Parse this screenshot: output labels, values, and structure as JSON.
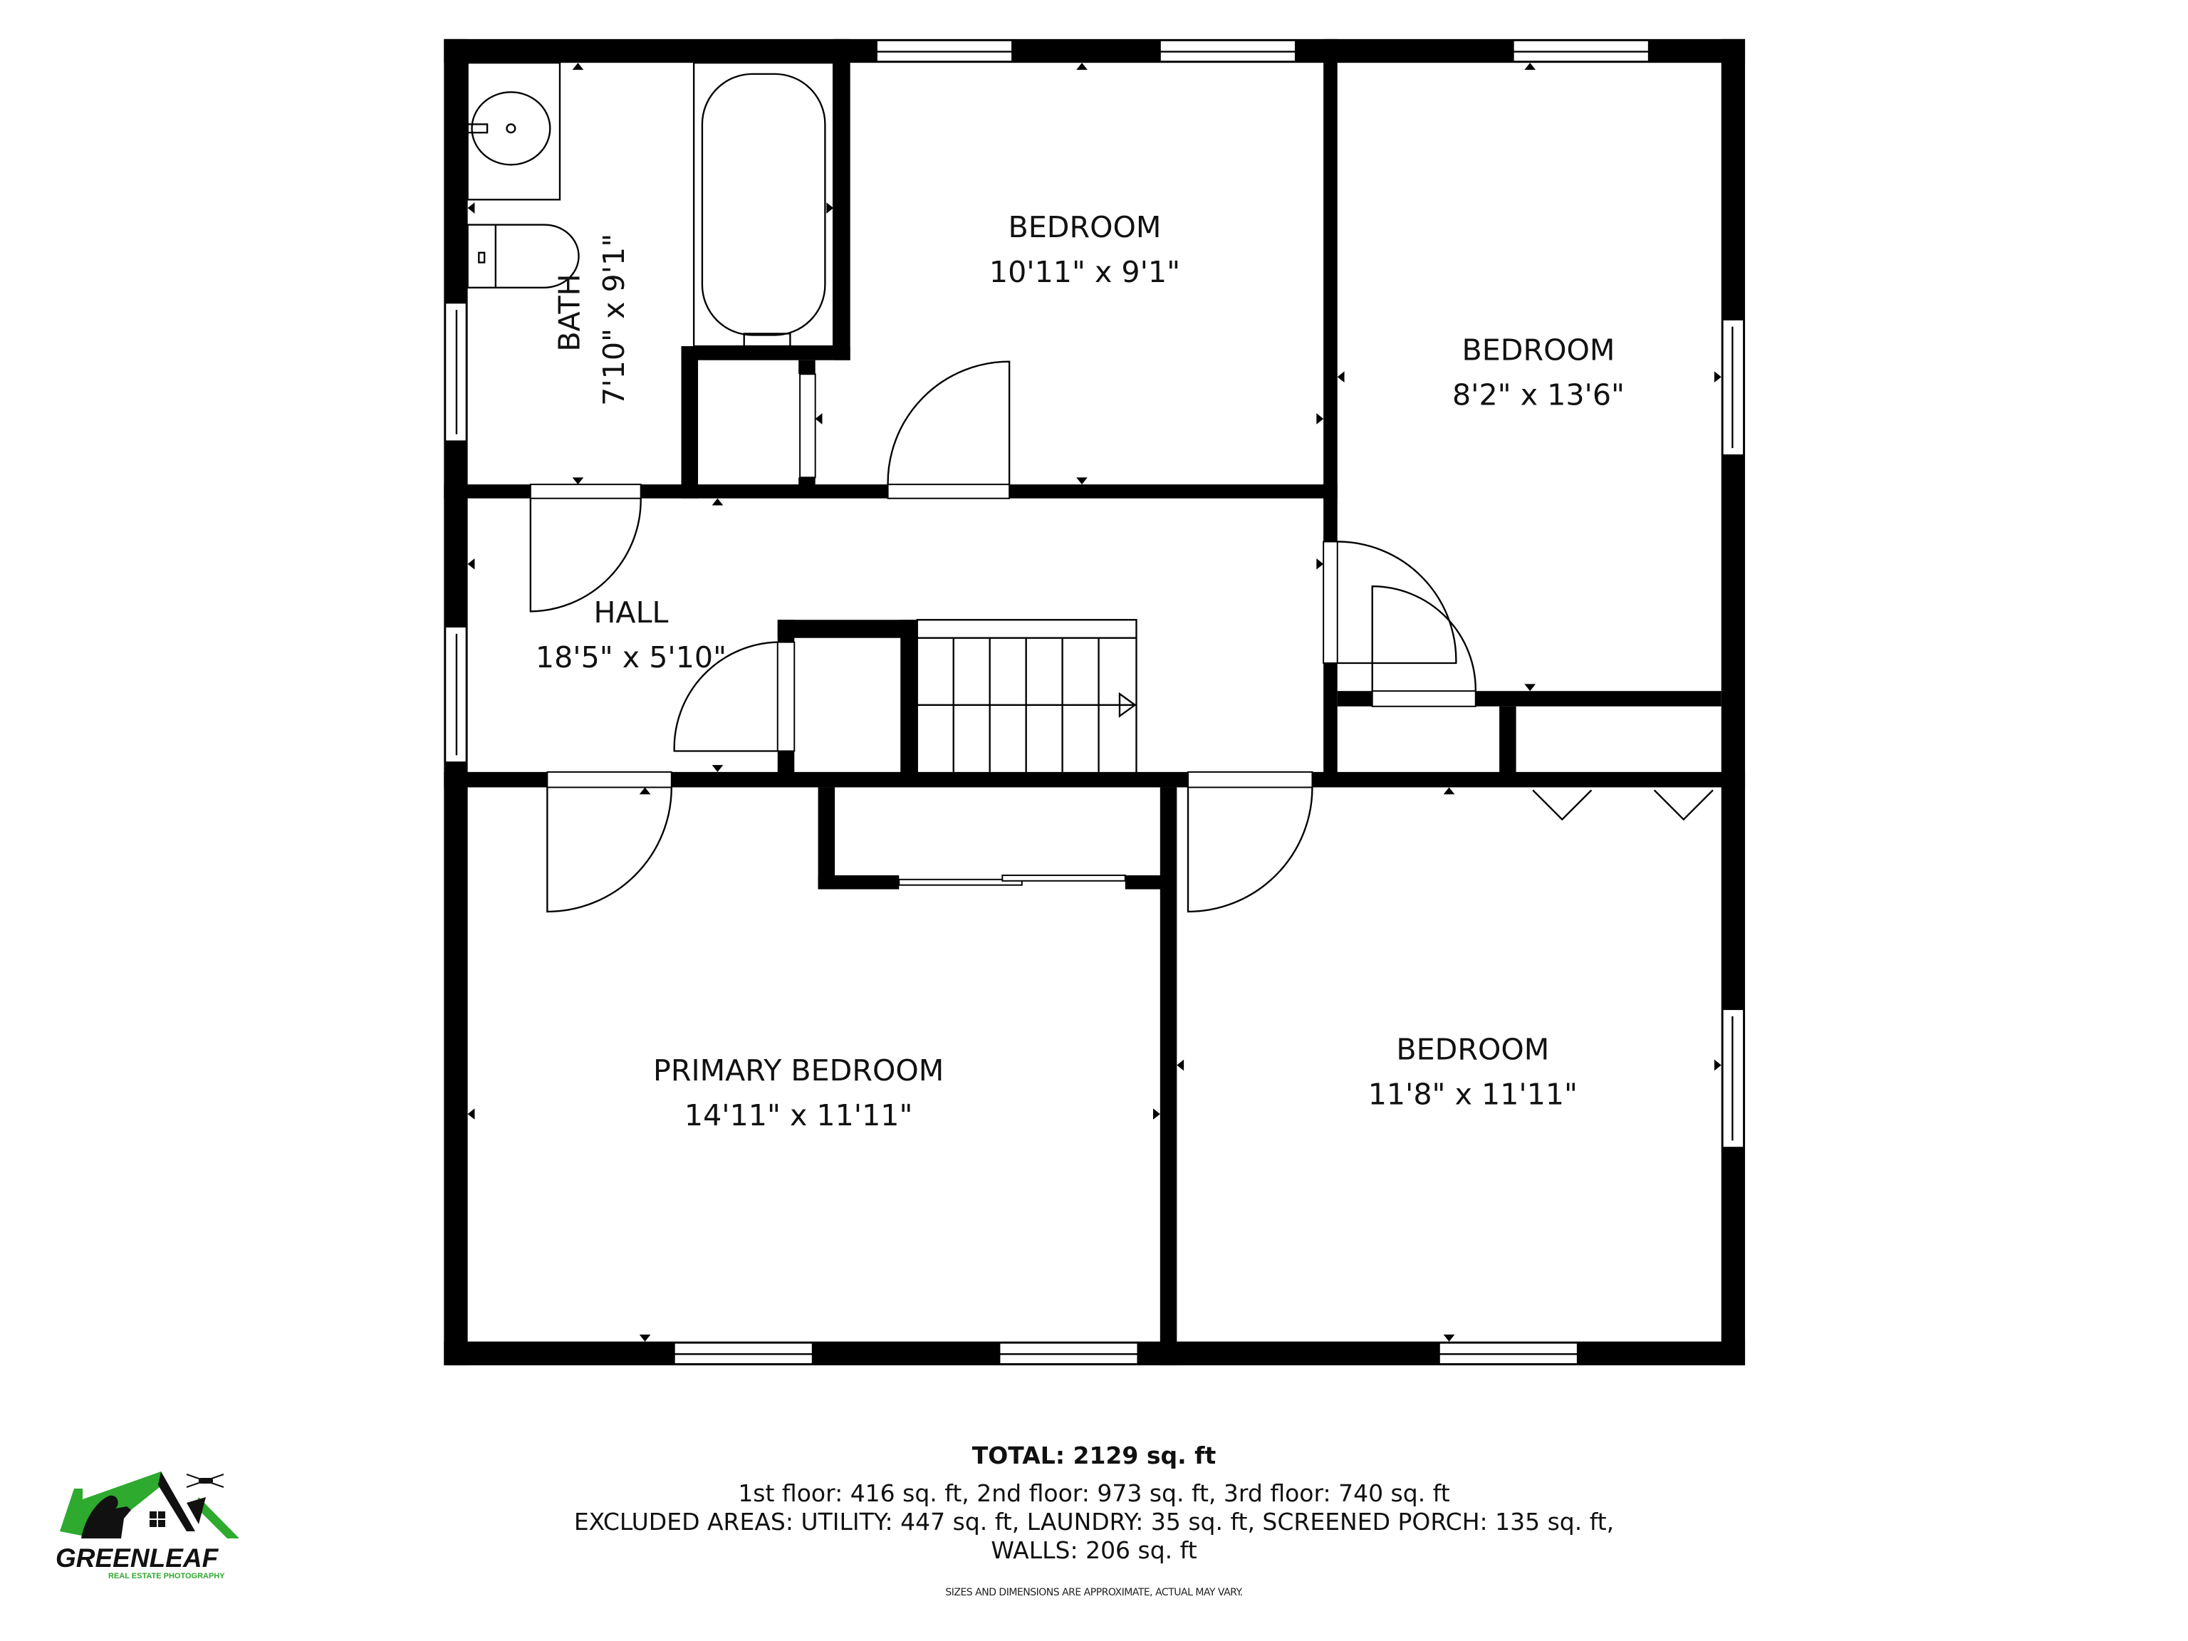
{
  "rooms": [
    {
      "name": "BATH",
      "size": "7'10\" x 9'1\""
    },
    {
      "name": "BEDROOM",
      "size": "10'11\" x 9'1\""
    },
    {
      "name": "BEDROOM",
      "size": "8'2\" x 13'6\""
    },
    {
      "name": "HALL",
      "size": "18'5\" x 5'10\""
    },
    {
      "name": "PRIMARY BEDROOM",
      "size": "14'11\" x 11'11\""
    },
    {
      "name": "BEDROOM",
      "size": "11'8\" x 11'11\""
    }
  ],
  "summary": {
    "total": "TOTAL: 2129 sq. ft",
    "floors": "1st floor: 416 sq. ft, 2nd floor: 973 sq. ft, 3rd floor: 740 sq. ft",
    "excluded": "EXCLUDED AREAS: UTILITY: 447 sq. ft, LAUNDRY: 35 sq. ft, SCREENED PORCH: 135 sq. ft,",
    "walls": "WALLS: 206 sq. ft",
    "disclaimer": "SIZES AND DIMENSIONS ARE APPROXIMATE, ACTUAL MAY VARY."
  },
  "logo": {
    "name": "GREENLEAF",
    "tagline": "REAL ESTATE PHOTOGRAPHY",
    "accent_color": "#2eaa2e"
  },
  "colors": {
    "wall": "#000000",
    "background": "#ffffff"
  }
}
